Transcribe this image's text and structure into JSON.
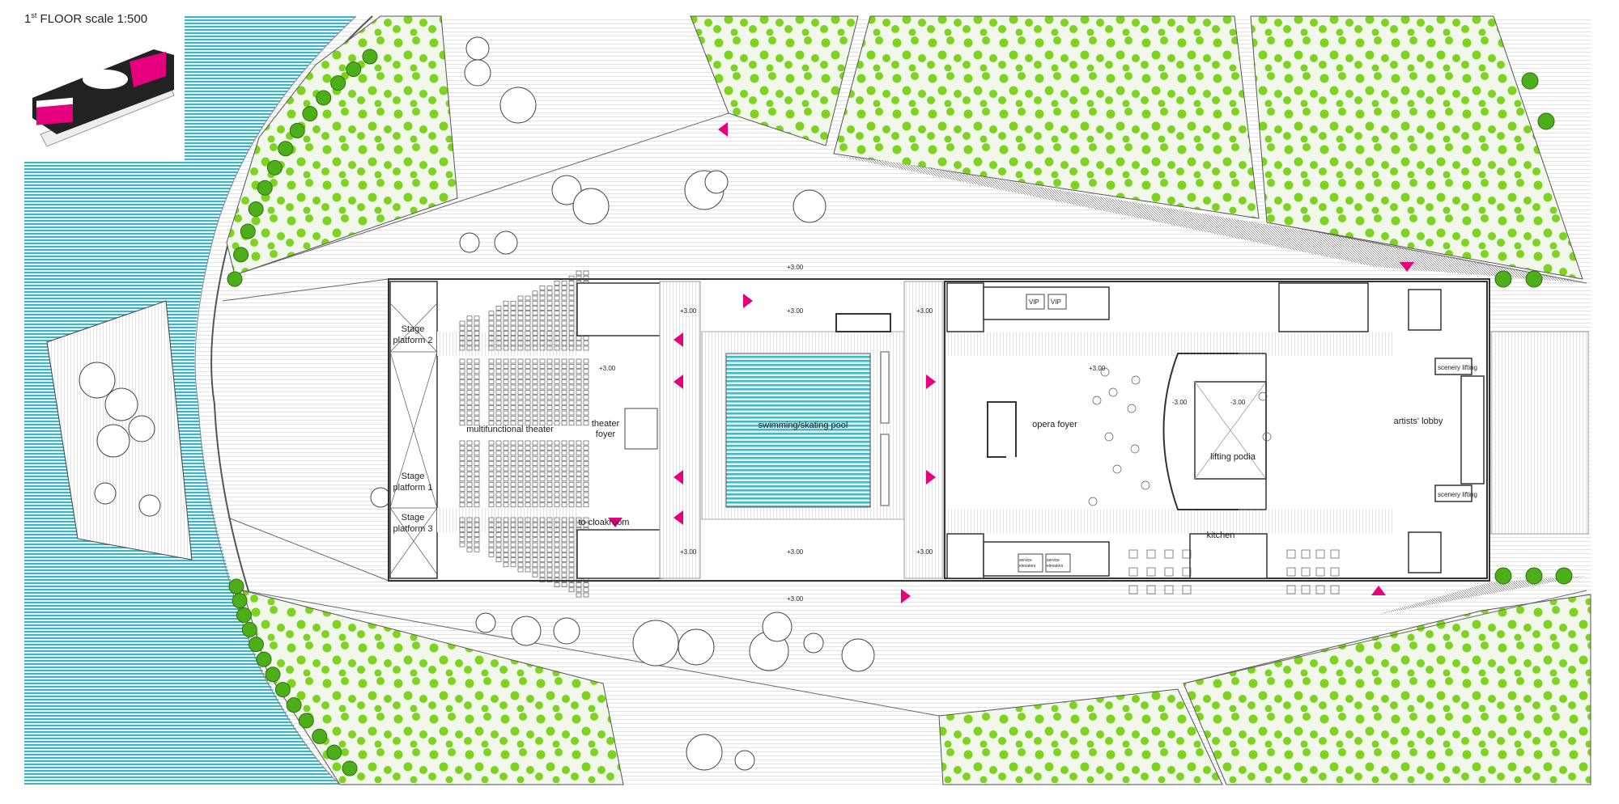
{
  "header": {
    "title_prefix": "1",
    "title_sup": "st",
    "title_rest": " FLOOR scale 1:500"
  },
  "colors": {
    "water": "#3fb3c4",
    "park_dots": "#7ed321",
    "trees_dark": "#4caf1a",
    "entrance_markers": "#e6007e",
    "walls": "#333333"
  },
  "thumbnail": {
    "description_icon": "building-3d-model-icon"
  },
  "rooms": {
    "stage_platform_2": [
      "Stage",
      "platform 2"
    ],
    "stage_platform_1": [
      "Stage",
      "platform 1"
    ],
    "stage_platform_3": [
      "Stage",
      "platform 3"
    ],
    "multifunctional_theater": "multifunctional theater",
    "theater_foyer": [
      "theater",
      "foyer"
    ],
    "to_cloakroom": "to cloakroom",
    "pool": "swimming/skating pool",
    "opera_foyer": "opera foyer",
    "lifting_podia": "lifting podia",
    "artists_lobby": "artists' lobby",
    "kitchen": "kitchen",
    "scenery_lifting": "scenery lifting",
    "vip": "VIP",
    "service_elevators": [
      "service",
      "elevators"
    ]
  },
  "elevations": {
    "plus": "+3.00",
    "minus": "-3.00"
  }
}
